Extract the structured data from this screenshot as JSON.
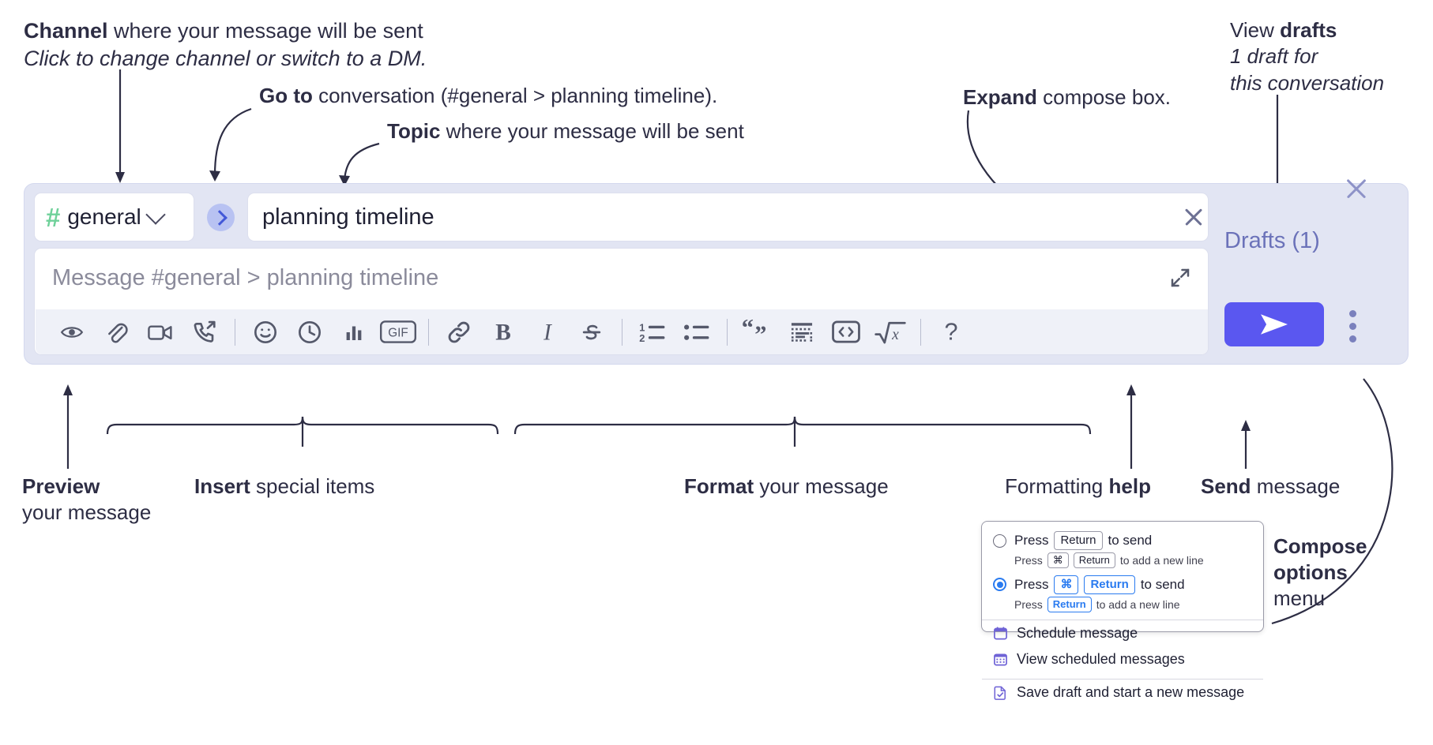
{
  "annotations": {
    "channel": {
      "bold": "Channel",
      "rest": " where your message will be sent",
      "italic": "Click to change channel or switch to a DM."
    },
    "goto": {
      "bold": "Go to",
      "rest": " conversation (#general > planning timeline)."
    },
    "topic": {
      "bold": "Topic",
      "rest": " where your message will be sent"
    },
    "expand": {
      "bold": "Expand",
      "rest": " compose box."
    },
    "drafts": {
      "pre": "View ",
      "bold": "drafts",
      "italic1": "1 draft for",
      "italic2": "this conversation"
    },
    "preview": {
      "bold": "Preview",
      "line2": "your message"
    },
    "insert": {
      "bold": "Insert",
      "rest": " special items"
    },
    "format": {
      "bold": "Format",
      "rest": " your message"
    },
    "formatting_help": {
      "pre": "Formatting ",
      "bold": "help"
    },
    "send": {
      "bold": "Send",
      "rest": " message"
    },
    "compose_options": {
      "bold1": "Compose",
      "bold2": "options",
      "rest": "menu"
    }
  },
  "compose": {
    "channel": {
      "hash": "#",
      "name": "general",
      "chevron_icon": "chevron-down-icon"
    },
    "goto_icon": "chevron-right-icon",
    "topic": {
      "value": "planning timeline",
      "clear_icon": "close-icon"
    },
    "message": {
      "placeholder": "Message #general > planning timeline",
      "expand_icon": "expand-icon"
    },
    "close_icon": "close-icon",
    "drafts_label": "Drafts (1)",
    "send_icon": "send-paper-plane-icon",
    "options_icon": "vertical-ellipsis-icon",
    "accent_send": "#5a57f0",
    "accent_hash": "#6fd19a",
    "panel_bg": "#e2e5f3",
    "toolbar_bg": "#eff1f8"
  },
  "toolbar": {
    "groups": [
      {
        "name": "preview",
        "items": [
          {
            "icon": "eye-icon",
            "label": "Preview"
          }
        ]
      },
      {
        "name": "insert",
        "items": [
          {
            "icon": "paperclip-icon",
            "label": "Attach file"
          },
          {
            "icon": "video-camera-icon",
            "label": "Video clip"
          },
          {
            "icon": "phone-forward-icon",
            "label": "Audio clip"
          }
        ]
      },
      {
        "name": "insert2",
        "items": [
          {
            "icon": "emoji-smiley-icon",
            "label": "Emoji"
          },
          {
            "icon": "clock-icon",
            "label": "Reminder"
          },
          {
            "icon": "bar-chart-icon",
            "label": "Poll"
          },
          {
            "icon": "gif-icon",
            "label": "GIF"
          }
        ]
      },
      {
        "name": "format",
        "items": [
          {
            "icon": "link-icon",
            "label": "Link"
          },
          {
            "icon": "bold-icon",
            "label": "B"
          },
          {
            "icon": "italic-icon",
            "label": "I"
          },
          {
            "icon": "strikethrough-icon",
            "label": "Strikethrough"
          }
        ]
      },
      {
        "name": "format2",
        "items": [
          {
            "icon": "ordered-list-icon",
            "label": "Ordered list"
          },
          {
            "icon": "bulleted-list-icon",
            "label": "Bulleted list"
          }
        ]
      },
      {
        "name": "format3",
        "items": [
          {
            "icon": "blockquote-icon",
            "label": "Blockquote"
          },
          {
            "icon": "code-block-icon",
            "label": "Code block"
          },
          {
            "icon": "code-icon",
            "label": "Code"
          },
          {
            "icon": "math-sqrt-icon",
            "label": "Math"
          }
        ]
      },
      {
        "name": "help",
        "items": [
          {
            "icon": "question-mark-icon",
            "label": "?"
          }
        ]
      }
    ]
  },
  "compose_menu": {
    "options": [
      {
        "selected": false,
        "main": {
          "pre": "Press ",
          "key": "Return",
          "post": " to send"
        },
        "sub": {
          "pre": "Press ",
          "key1": "⌘",
          "key2": "Return",
          "post": " to add a new line"
        }
      },
      {
        "selected": true,
        "main": {
          "pre": "Press ",
          "key1": "⌘",
          "key2": "Return",
          "post": " to send"
        },
        "sub": {
          "pre": "Press ",
          "key": "Return",
          "post": " to add a new line"
        }
      }
    ],
    "items": [
      {
        "icon": "calendar-schedule-icon",
        "label": "Schedule message"
      },
      {
        "icon": "calendar-grid-icon",
        "label": "View scheduled messages"
      },
      {
        "icon": "save-draft-icon",
        "label": "Save draft and start a new message"
      }
    ],
    "icon_color": "#6f63d6"
  }
}
